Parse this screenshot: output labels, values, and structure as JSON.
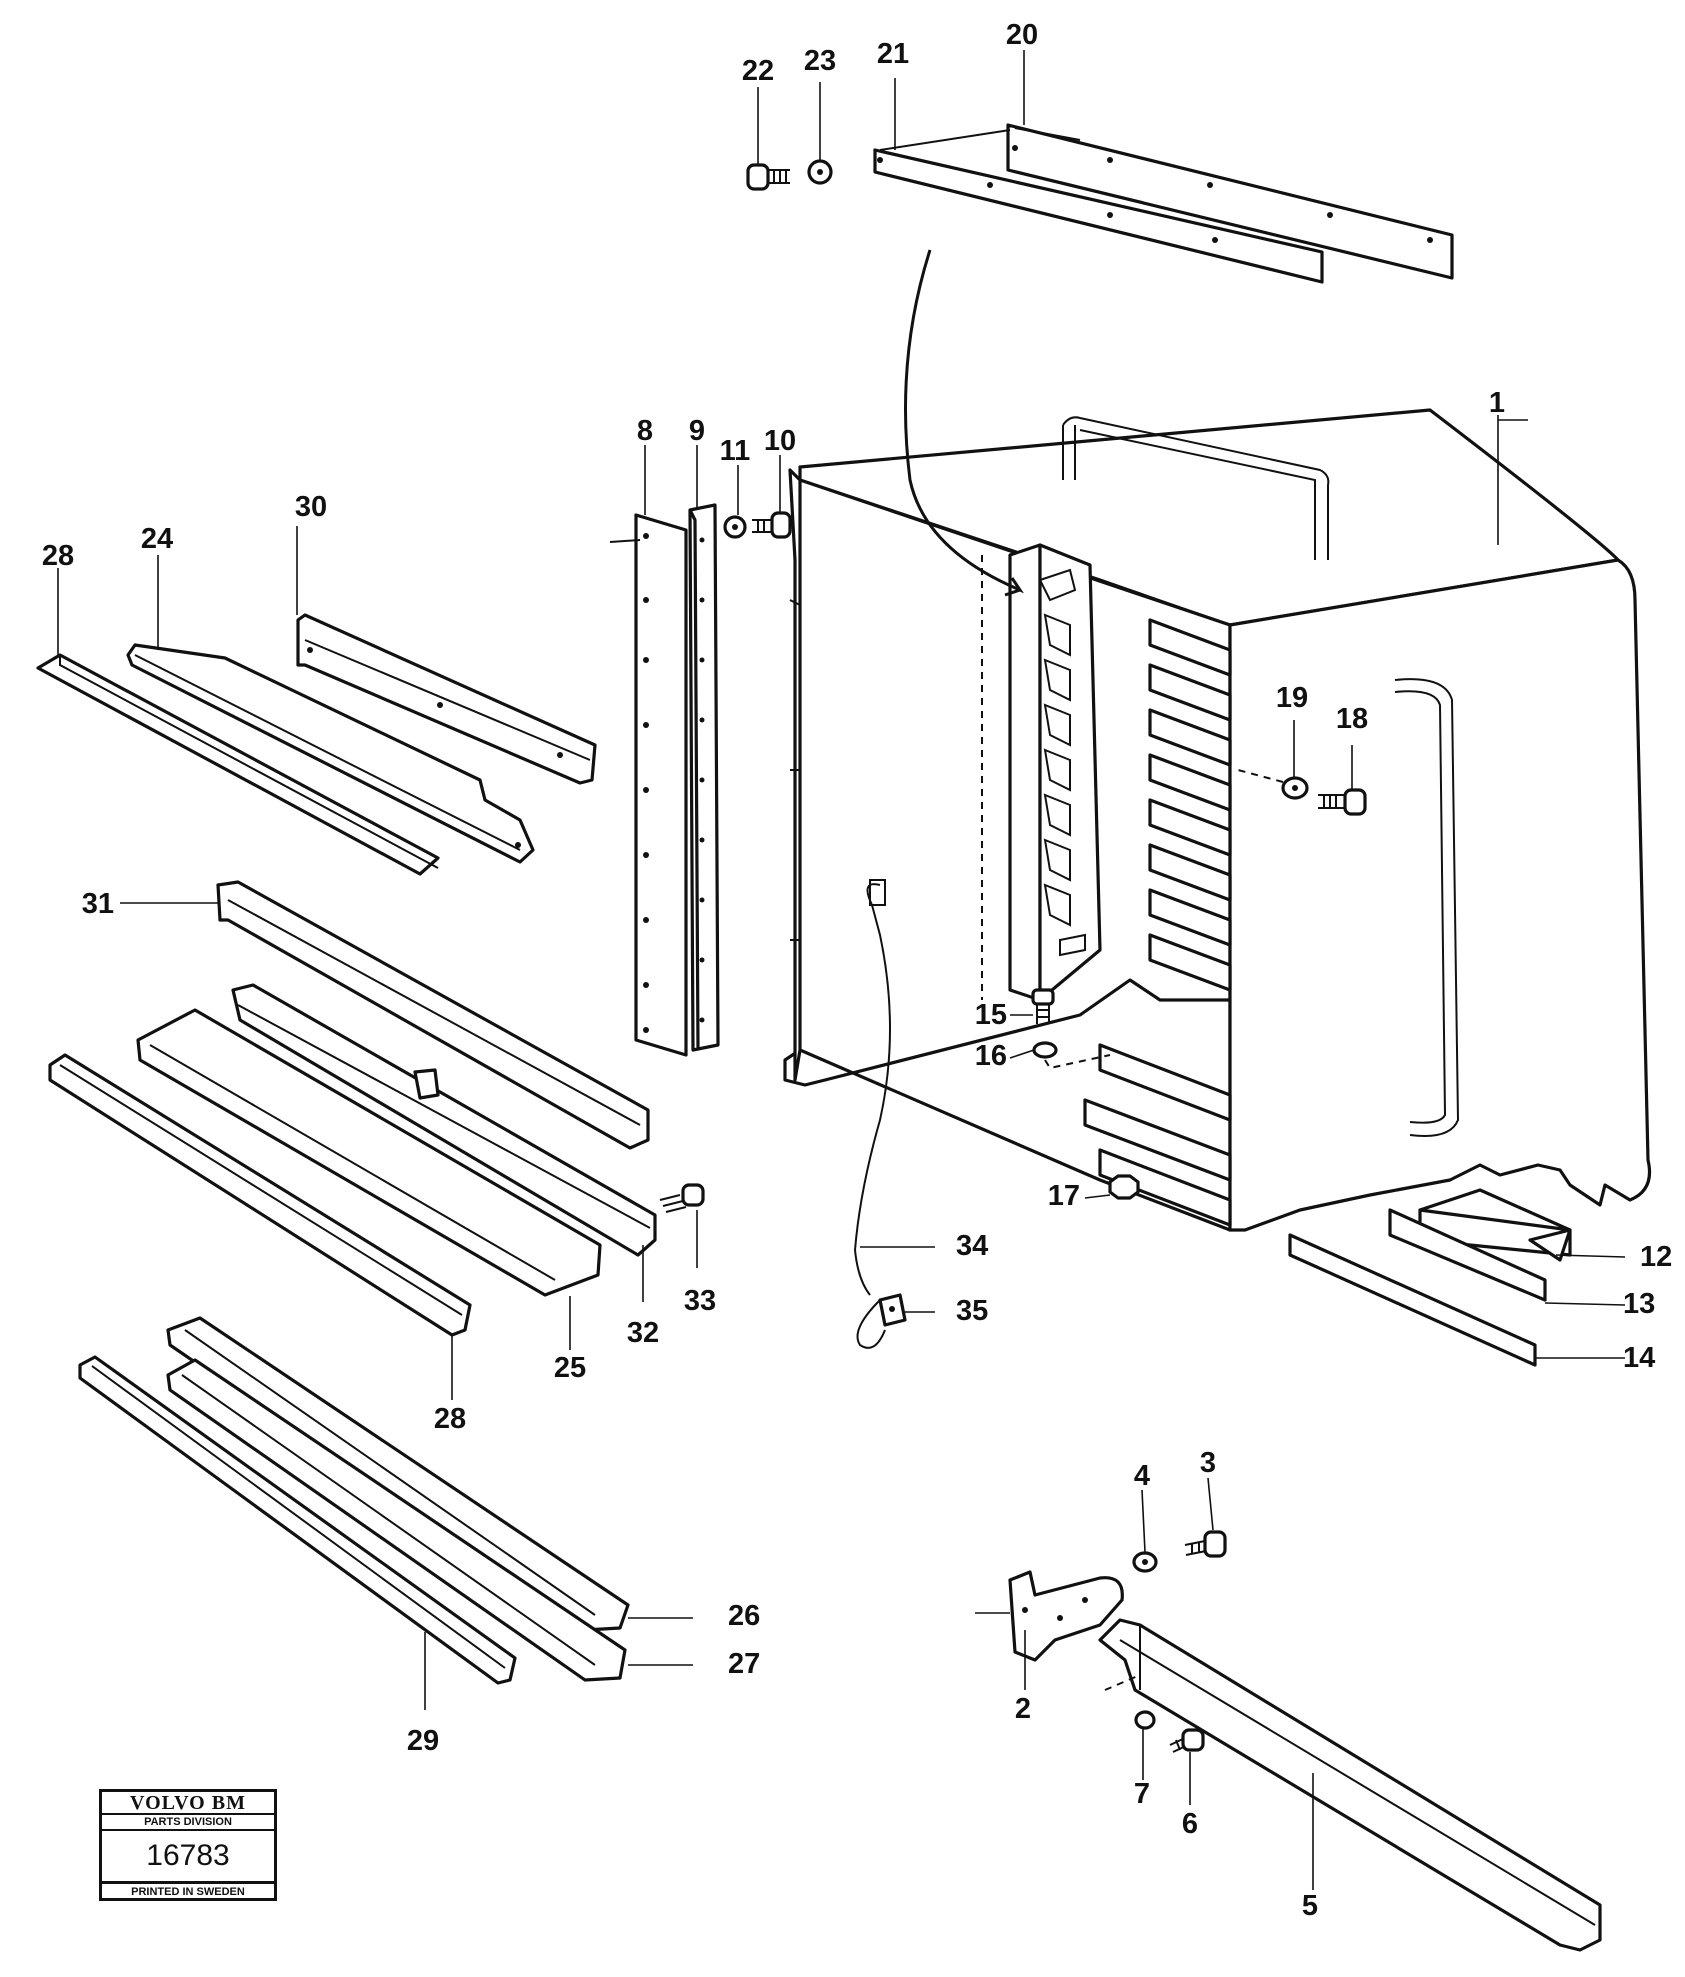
{
  "callouts": [
    "1",
    "2",
    "3",
    "4",
    "5",
    "6",
    "7",
    "8",
    "9",
    "10",
    "11",
    "12",
    "13",
    "14",
    "15",
    "16",
    "17",
    "18",
    "19",
    "20",
    "21",
    "22",
    "23",
    "24",
    "25",
    "26",
    "27",
    "28",
    "28",
    "29",
    "30",
    "31",
    "32",
    "33",
    "34",
    "35"
  ],
  "stamp": {
    "brand": "VOLVO BM",
    "division": "PARTS DIVISION",
    "number": "16783",
    "printed": "PRINTED IN SWEDEN"
  }
}
